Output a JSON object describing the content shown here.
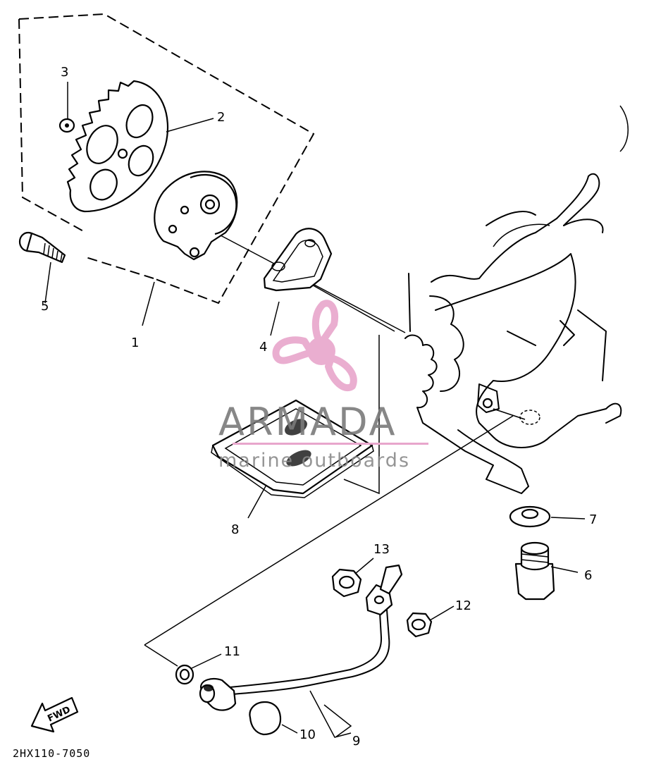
{
  "callouts": {
    "p1": "1",
    "p2": "2",
    "p3": "3",
    "p4": "4",
    "p5": "5",
    "p6": "6",
    "p7": "7",
    "p8": "8",
    "p9": "9",
    "p10": "10",
    "p11": "11",
    "p12": "12",
    "p13": "13"
  },
  "drawing_code": "2HX110-7050",
  "fwd_label": "FWD",
  "watermark": {
    "brand": "ARMADA",
    "tagline": "marine outboards",
    "accent_color": "#e8a6cc",
    "icon": "propeller-logo-icon"
  }
}
